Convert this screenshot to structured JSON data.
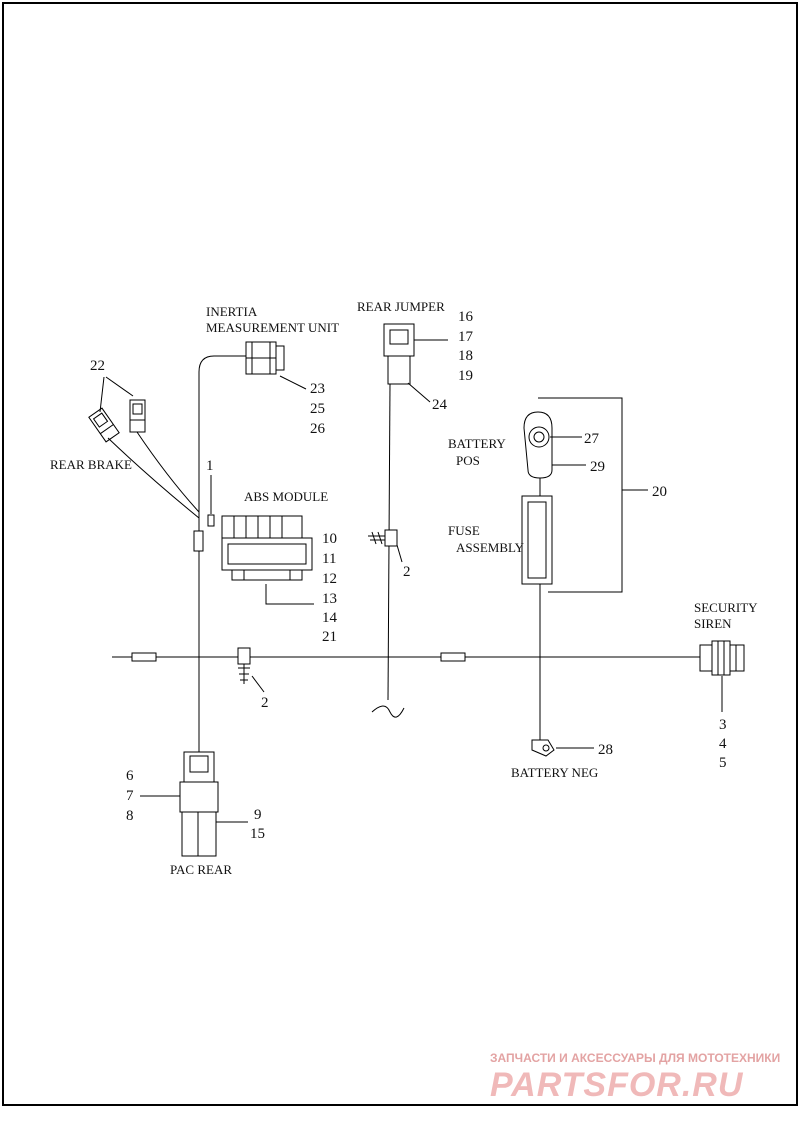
{
  "labels": {
    "inertia_line1": "INERTIA",
    "inertia_line2": "MEASUREMENT UNIT",
    "rear_jumper": "REAR JUMPER",
    "rear_brake": "REAR BRAKE",
    "abs_module": "ABS MODULE",
    "battery_pos_line1": "BATTERY",
    "battery_pos_line2": "POS",
    "fuse_line1": "FUSE",
    "fuse_line2": "ASSEMBLY",
    "security_line1": "SECURITY",
    "security_line2": "SIREN",
    "battery_neg": "BATTERY NEG",
    "pac_rear": "PAC REAR"
  },
  "callouts": {
    "n1": "1",
    "n2a": "2",
    "n2b": "2",
    "n3": "3",
    "n4": "4",
    "n5": "5",
    "n6": "6",
    "n7": "7",
    "n8": "8",
    "n9": "9",
    "n15": "15",
    "n10": "10",
    "n11": "11",
    "n12": "12",
    "n13": "13",
    "n14": "14",
    "n21": "21",
    "n16": "16",
    "n17": "17",
    "n18": "18",
    "n19": "19",
    "n20": "20",
    "n22": "22",
    "n23": "23",
    "n25": "25",
    "n26": "26",
    "n24": "24",
    "n27": "27",
    "n28": "28",
    "n29": "29"
  },
  "watermark": {
    "line1": "ЗАПЧАСТИ И АКСЕССУАРЫ ДЛЯ МОТОТЕХНИКИ",
    "line2": "PARTSFOR.RU"
  }
}
